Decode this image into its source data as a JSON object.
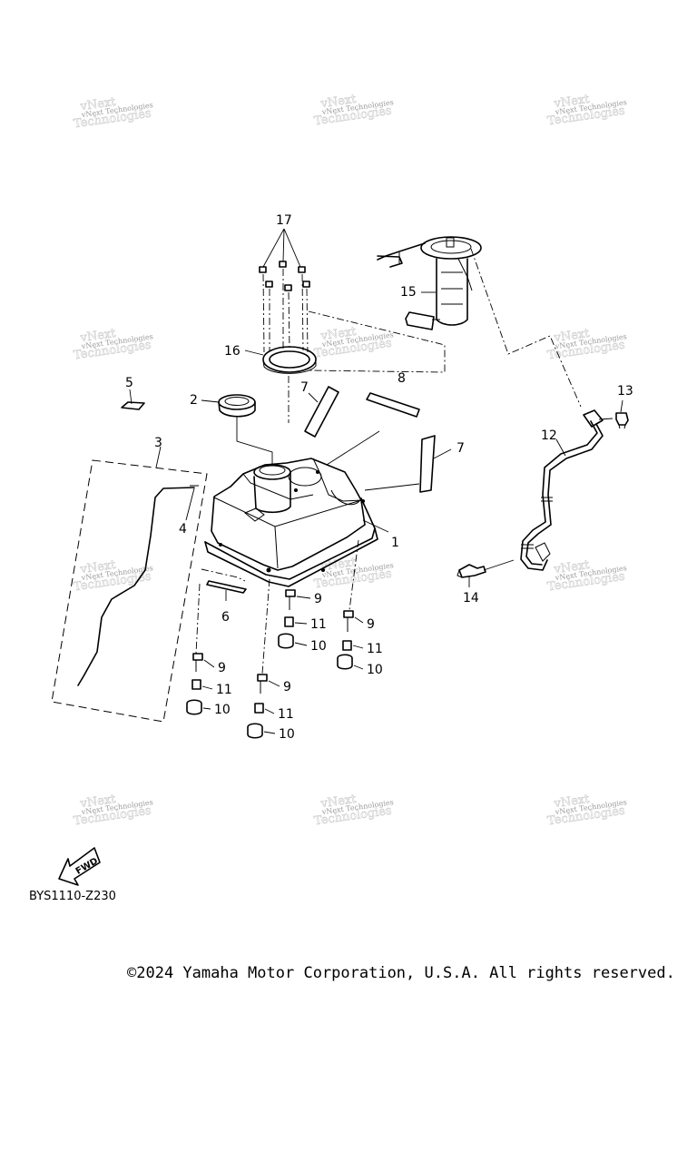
{
  "watermark": {
    "line1": "vNext",
    "line2": "Technologies",
    "full": "vNext Technologies"
  },
  "callouts": {
    "c1": "1",
    "c2": "2",
    "c3": "3",
    "c4": "4",
    "c5": "5",
    "c6": "6",
    "c7a": "7",
    "c7b": "7",
    "c8": "8",
    "c9a": "9",
    "c9b": "9",
    "c9c": "9",
    "c9d": "9",
    "c10a": "10",
    "c10b": "10",
    "c10c": "10",
    "c10d": "10",
    "c11a": "11",
    "c11b": "11",
    "c11c": "11",
    "c11d": "11",
    "c12": "12",
    "c13": "13",
    "c14": "14",
    "c15": "15",
    "c16": "16",
    "c17": "17"
  },
  "fwd_label": "FWD",
  "diagram_code": "BYS1110-Z230",
  "copyright": "©2024 Yamaha Motor Corporation, U.S.A. All rights reserved."
}
